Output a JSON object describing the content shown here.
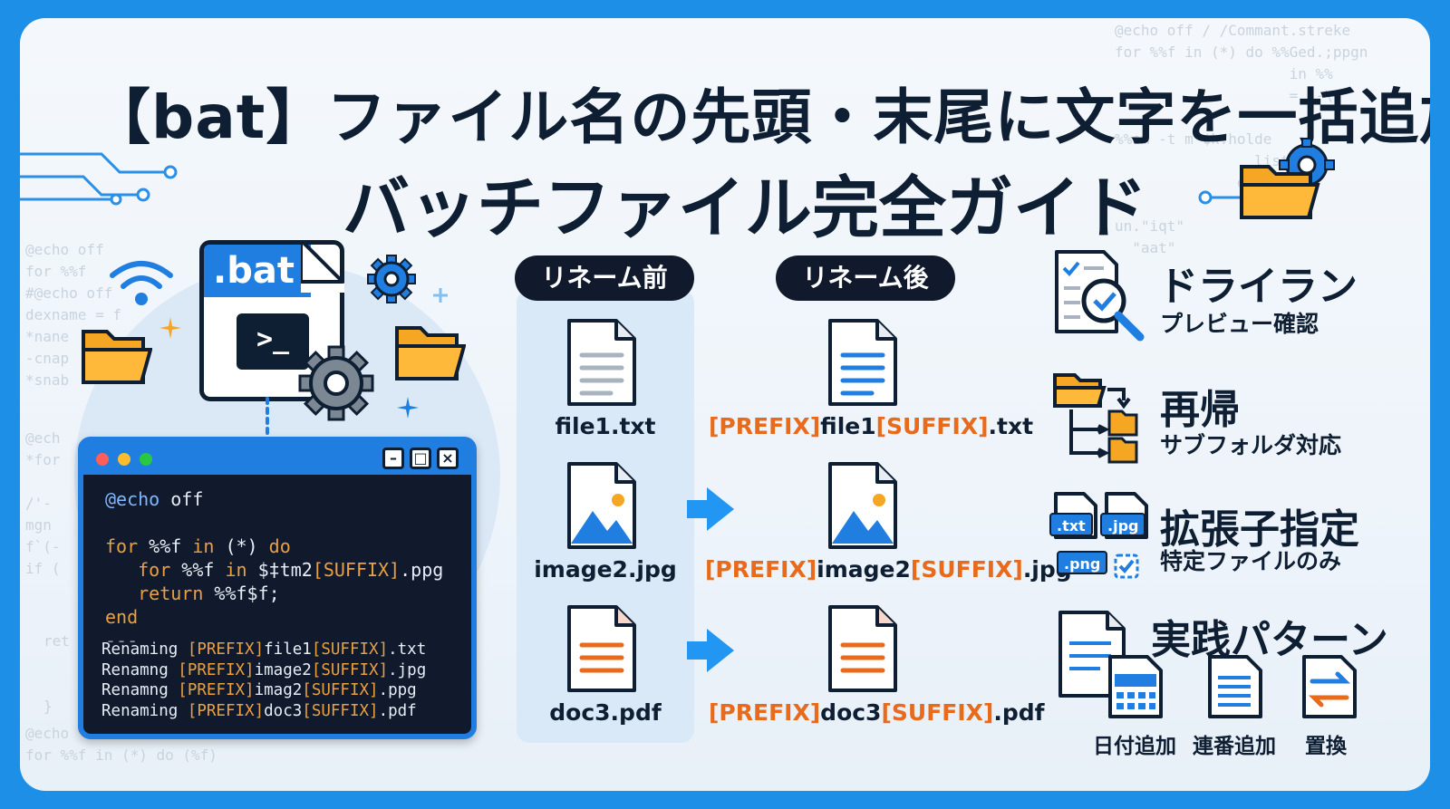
{
  "title": {
    "line1": "【bat】ファイル名の先頭・末尾に文字を一括追加",
    "line2": "バッチファイル完全ガイド"
  },
  "bat_icon": {
    "label": ".bat",
    "prompt": ">_"
  },
  "terminal": {
    "code": {
      "echo_kw": "@echo",
      "echo_arg": " off",
      "for1_kw": "for",
      "for1_var": " %%f ",
      "for1_in": "in",
      "for1_set": " (*) ",
      "for1_do": "do",
      "for2_kw": "   for",
      "for2_var": " %%f ",
      "for2_in": "in",
      "for2_a": " $‡tm2",
      "for2_sfx": "[SUFFIX]",
      "for2_b": ".ppg",
      "ret_kw": "   return",
      "ret_rest": " %%f$f;",
      "end_kw": "end",
      "sep": "---"
    },
    "output": [
      {
        "p": "Renaming ",
        "pre": "[PREFIX]",
        "mid": "file1",
        "suf": "[SUFFIX]",
        "ext": ".txt"
      },
      {
        "p": "Renamng ",
        "pre": "[PREFIX]",
        "mid": "image2",
        "suf": "[SUFFIX]",
        "ext": ".jpg"
      },
      {
        "p": "Renamng ",
        "pre": "[PREFIX]",
        "mid": "imag2",
        "suf": "[SUFFIX]",
        "ext": ".ppg"
      },
      {
        "p": "Renaming ",
        "pre": "[PREFIX]",
        "mid": "doc3",
        "suf": "[SUFFIX]",
        "ext": ".pdf"
      }
    ]
  },
  "before": {
    "label": "リネーム前",
    "files": [
      "file1.txt",
      "image2.jpg",
      "doc3.pdf"
    ]
  },
  "after": {
    "label": "リネーム後",
    "files": [
      {
        "pre": "[PREFIX]",
        "mid": "file1",
        "suf": "[SUFFIX]",
        "ext": ".txt"
      },
      {
        "pre": "[PREFIX]",
        "mid": "image2",
        "suf": "[SUFFIX]",
        "ext": ".jpg"
      },
      {
        "pre": "[PREFIX]",
        "mid": "doc3",
        "suf": "[SUFFIX]",
        "ext": ".pdf"
      }
    ]
  },
  "features": [
    {
      "title": "ドライラン",
      "sub": "プレビュー確認",
      "icon": "checklist-magnifier-icon"
    },
    {
      "title": "再帰",
      "sub": "サブフォルダ対応",
      "icon": "folder-tree-icon"
    },
    {
      "title": "拡張子指定",
      "sub": "特定ファイルのみ",
      "icon": "extension-tags-icon"
    },
    {
      "title": "実践パターン",
      "sub": "",
      "icon": "documents-icon"
    }
  ],
  "tags": {
    "txt": ".txt",
    "jpg": ".jpg",
    "png": ".png"
  },
  "patterns": [
    "日付追加",
    "連番追加",
    "置換"
  ],
  "bg_code": {
    "top_right": "@echo off / /Commant.streke\nfor %%f in (*) do %%Ged.;ppgn\n                    in %%\n                    = (-\\\n\n%%em -t m ¢k.holde\n                listn\n              ecreer\n\nun.\"iqt\"\n  \"aat\"",
    "left": "@echo off\nfor %%f\n#@echo off\ndexname = f\n*nane\n-cnap\n*snab",
    "left2": "@ech\n*for\n\n/'-\nmgn\nf`(-\nif (",
    "left3": "ret\n\n\n}",
    "bottom": "@echo\nfor %%f in (*) do (%f)"
  },
  "colors": {
    "accent": "#1f7ee0",
    "dark": "#0f1f33",
    "orange": "#e86a1a",
    "folder": "#f5a623"
  }
}
